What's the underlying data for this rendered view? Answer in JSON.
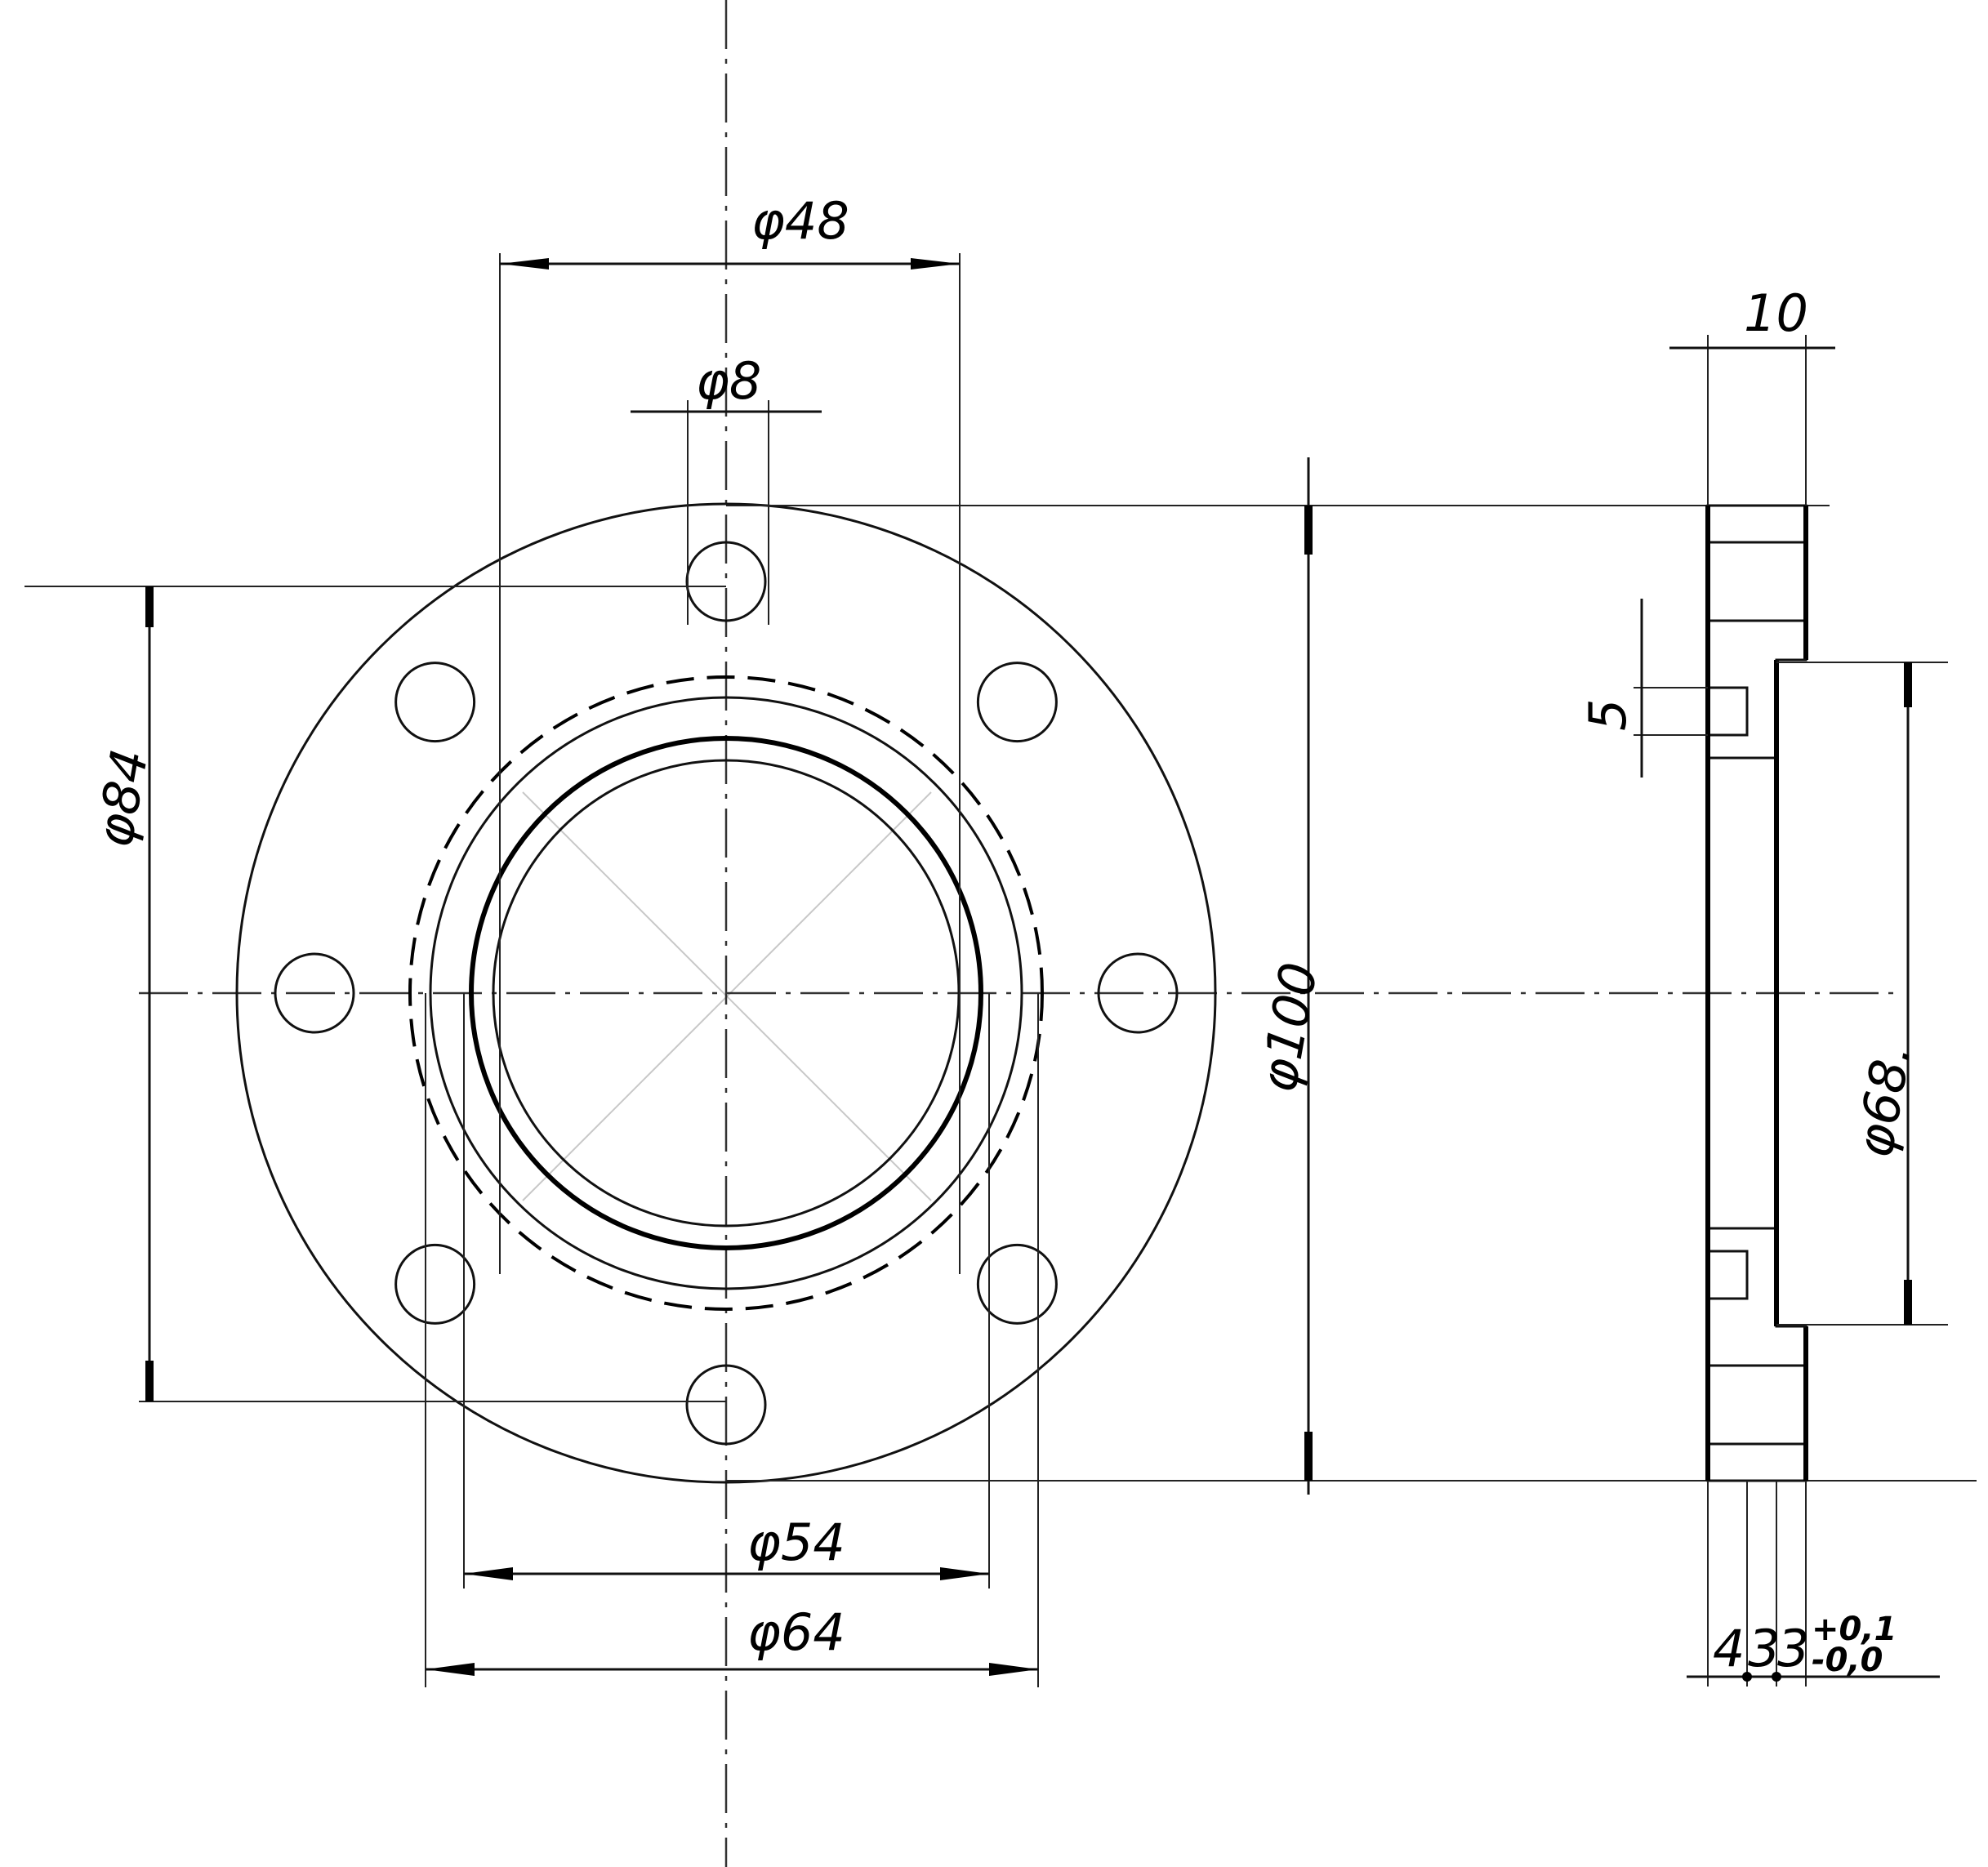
{
  "drawing": {
    "front_view": {
      "dims": {
        "d48": "φ48",
        "d8": "φ8",
        "d84": "φ84",
        "d100": "φ100",
        "d54": "φ54",
        "d64": "φ64"
      },
      "bolt_hole_count": 8
    },
    "side_view": {
      "dims": {
        "thickness": "10",
        "groove": "5",
        "d68": "φ68.",
        "seg1": "4",
        "seg2": "3",
        "seg3": "3",
        "tol_upper": "+0,1",
        "tol_lower": "-0,0"
      }
    },
    "colors": {
      "ink": "#000000",
      "paper": "#ffffff"
    }
  }
}
